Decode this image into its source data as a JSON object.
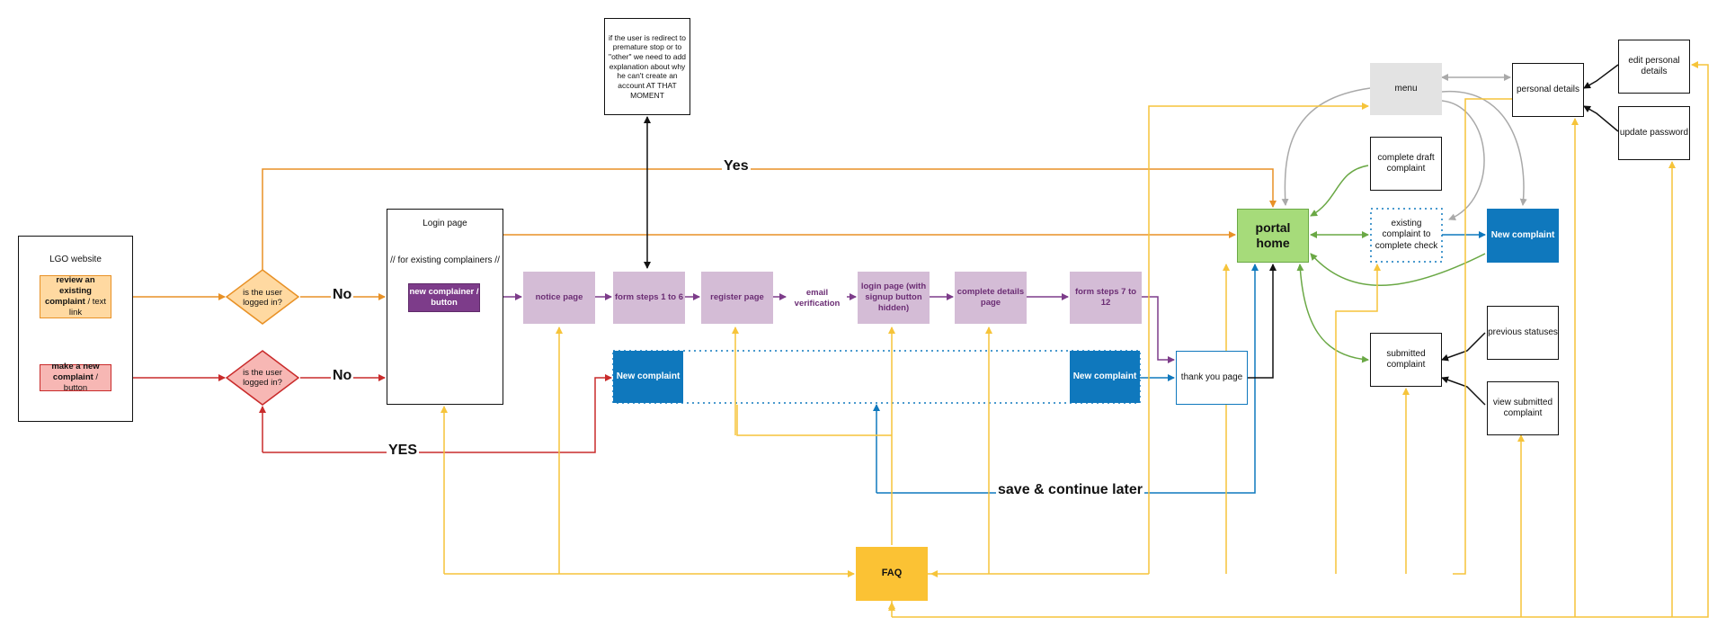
{
  "nodes": {
    "lgo_website": "LGO website",
    "review_bold": "review an existing complaint",
    "review_rest": " / text link",
    "make_bold": "make a new complaint",
    "make_rest": " / button",
    "decision_top": "is the user logged in?",
    "decision_bottom": "is the user logged in?",
    "login_title": "Login page",
    "login_sub": "// for existing complainers //",
    "new_complainer": "new complainer / button",
    "notice_page": "notice page",
    "form_steps_1_6": "form steps 1 to 6",
    "register_page": "register page",
    "email_verification": "email verification",
    "login_page_hidden": "login page (with signup button hidden)",
    "complete_details": "complete details page",
    "form_steps_7_12": "form steps 7 to 12",
    "new_complaint_left": "New complaint",
    "new_complaint_mid": "New complaint",
    "thank_you": "thank you page",
    "note_box": "if the user is redirect to premature stop or to \"other\" we need to add explanation about why he can't create an account AT THAT MOMENT",
    "faq": "FAQ",
    "portal_home": "portal home",
    "menu": "menu",
    "complete_draft": "complete draft complaint",
    "existing_check": "existing complaint to complete check",
    "new_complaint_right": "New complaint",
    "submitted": "submitted complaint",
    "previous_statuses": "previous statuses",
    "view_submitted": "view submitted complaint",
    "personal_details": "personal details",
    "edit_personal": "edit personal details",
    "update_password": "update password"
  },
  "labels": {
    "yes_top": "Yes",
    "no_top": "No",
    "no_bottom": "No",
    "yes_bottom": "YES",
    "save_continue": "save & continue later"
  },
  "colors": {
    "orange": "#e89126",
    "red": "#c92b2b",
    "purple": "#7d3c8a",
    "blue": "#0f78bd",
    "yellow": "#f6c43a",
    "green": "#6aa845",
    "grey": "#a9a9a9",
    "black": "#111111"
  }
}
